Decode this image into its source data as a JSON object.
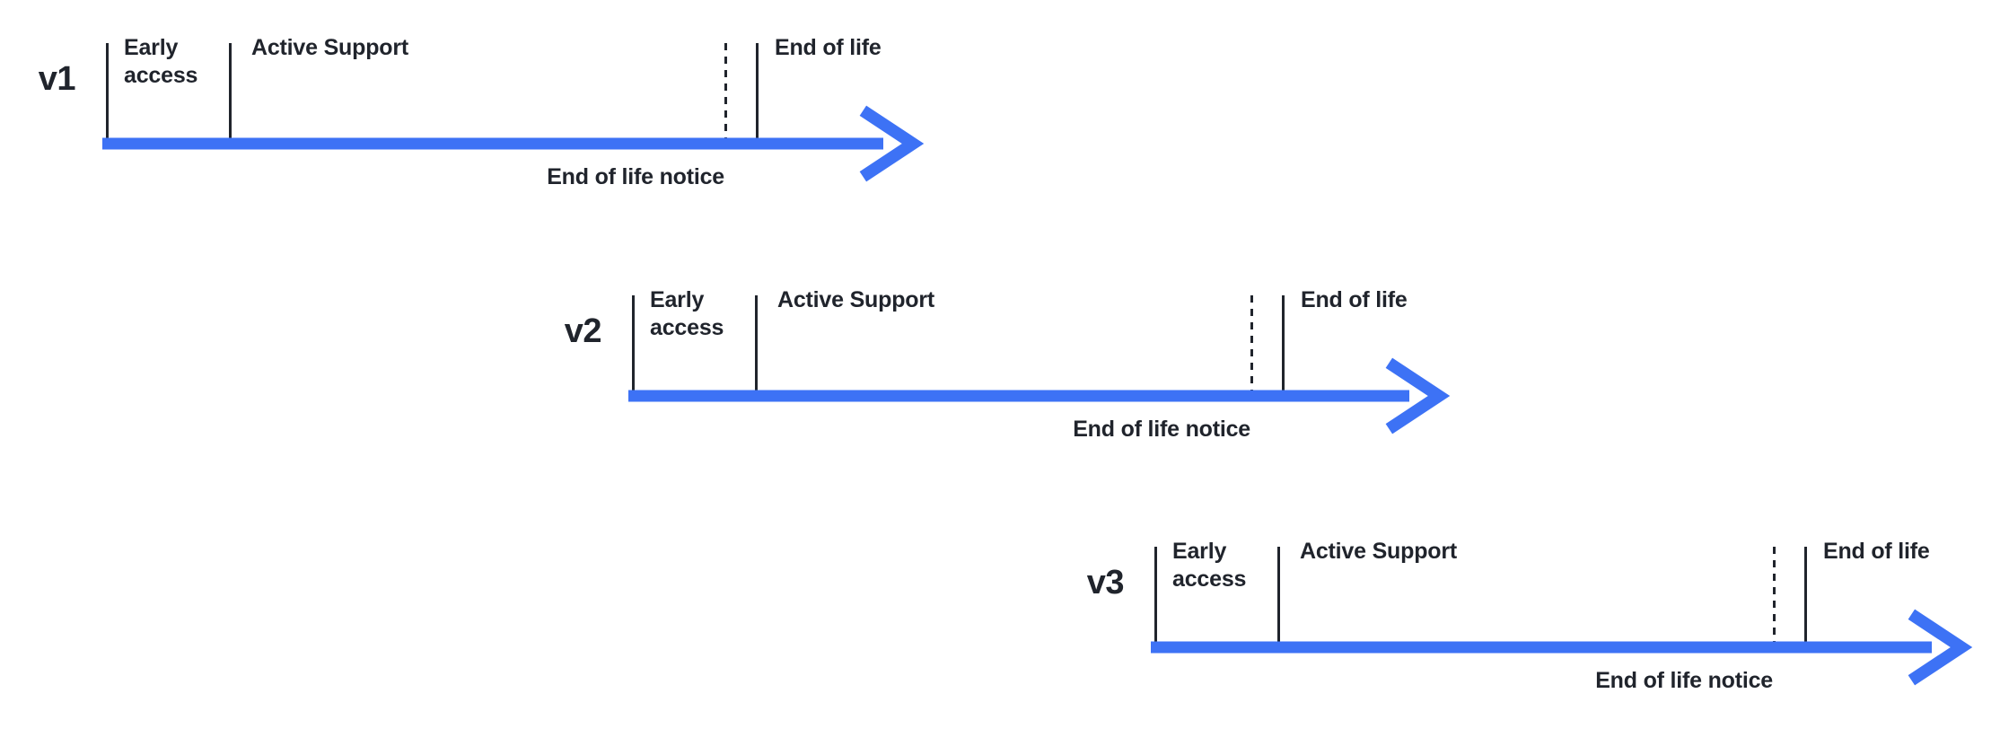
{
  "canvas": {
    "background": "#ffffff"
  },
  "palette": {
    "ink": "#20242C",
    "arrow_blue": "#3D72F5"
  },
  "diagram": {
    "type": "version-support-lifecycle-timeline",
    "rows": [
      {
        "version": "v1",
        "phases": {
          "early_access": "Early access",
          "active_support": "Active Support",
          "end_of_life": "End of life"
        },
        "notice": "End of life notice"
      },
      {
        "version": "v2",
        "phases": {
          "early_access": "Early access",
          "active_support": "Active Support",
          "end_of_life": "End of life"
        },
        "notice": "End of life notice"
      },
      {
        "version": "v3",
        "phases": {
          "early_access": "Early access",
          "active_support": "Active Support",
          "end_of_life": "End of life"
        },
        "notice": "End of life notice"
      }
    ]
  }
}
